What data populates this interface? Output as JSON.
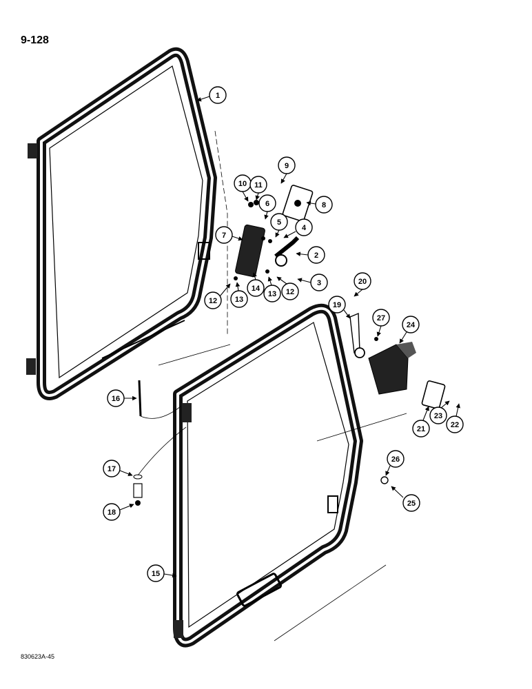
{
  "page_number": "9-128",
  "figure_id": "830623A-45",
  "callouts": [
    "1",
    "2",
    "3",
    "4",
    "5",
    "6",
    "7",
    "8",
    "9",
    "10",
    "11",
    "12",
    "12",
    "13",
    "13",
    "14",
    "15",
    "16",
    "17",
    "18",
    "19",
    "20",
    "21",
    "22",
    "23",
    "24",
    "25",
    "26",
    "27"
  ]
}
